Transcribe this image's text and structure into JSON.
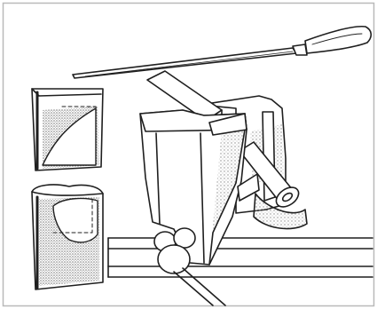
{
  "colors": {
    "border": "#b9b9b9",
    "ink": "#1f1f1f",
    "stipple": "#8a8a8a",
    "paper": "#ffffff"
  },
  "parts": [
    "file",
    "file-handle",
    "vise",
    "workpiece",
    "bench",
    "detail-top",
    "detail-bottom"
  ]
}
